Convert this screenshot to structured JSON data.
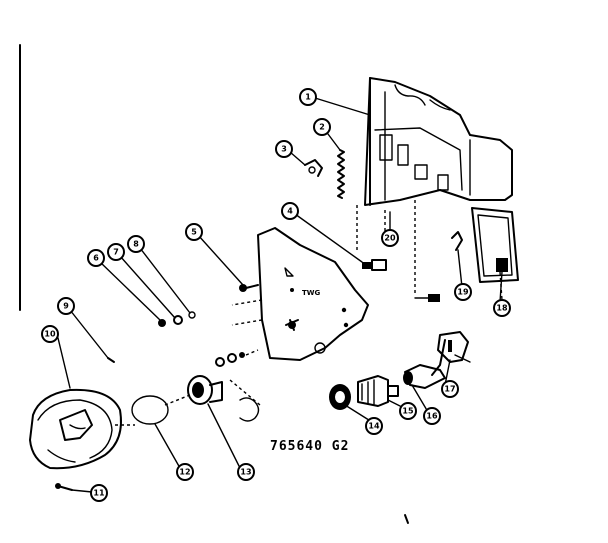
{
  "diagram": {
    "part_code": "765640 G2",
    "panel_label": "TWG",
    "callouts": [
      "1",
      "2",
      "3",
      "4",
      "5",
      "6",
      "7",
      "8",
      "9",
      "10",
      "11",
      "12",
      "13",
      "14",
      "15",
      "16",
      "17",
      "18",
      "19",
      "20"
    ]
  }
}
